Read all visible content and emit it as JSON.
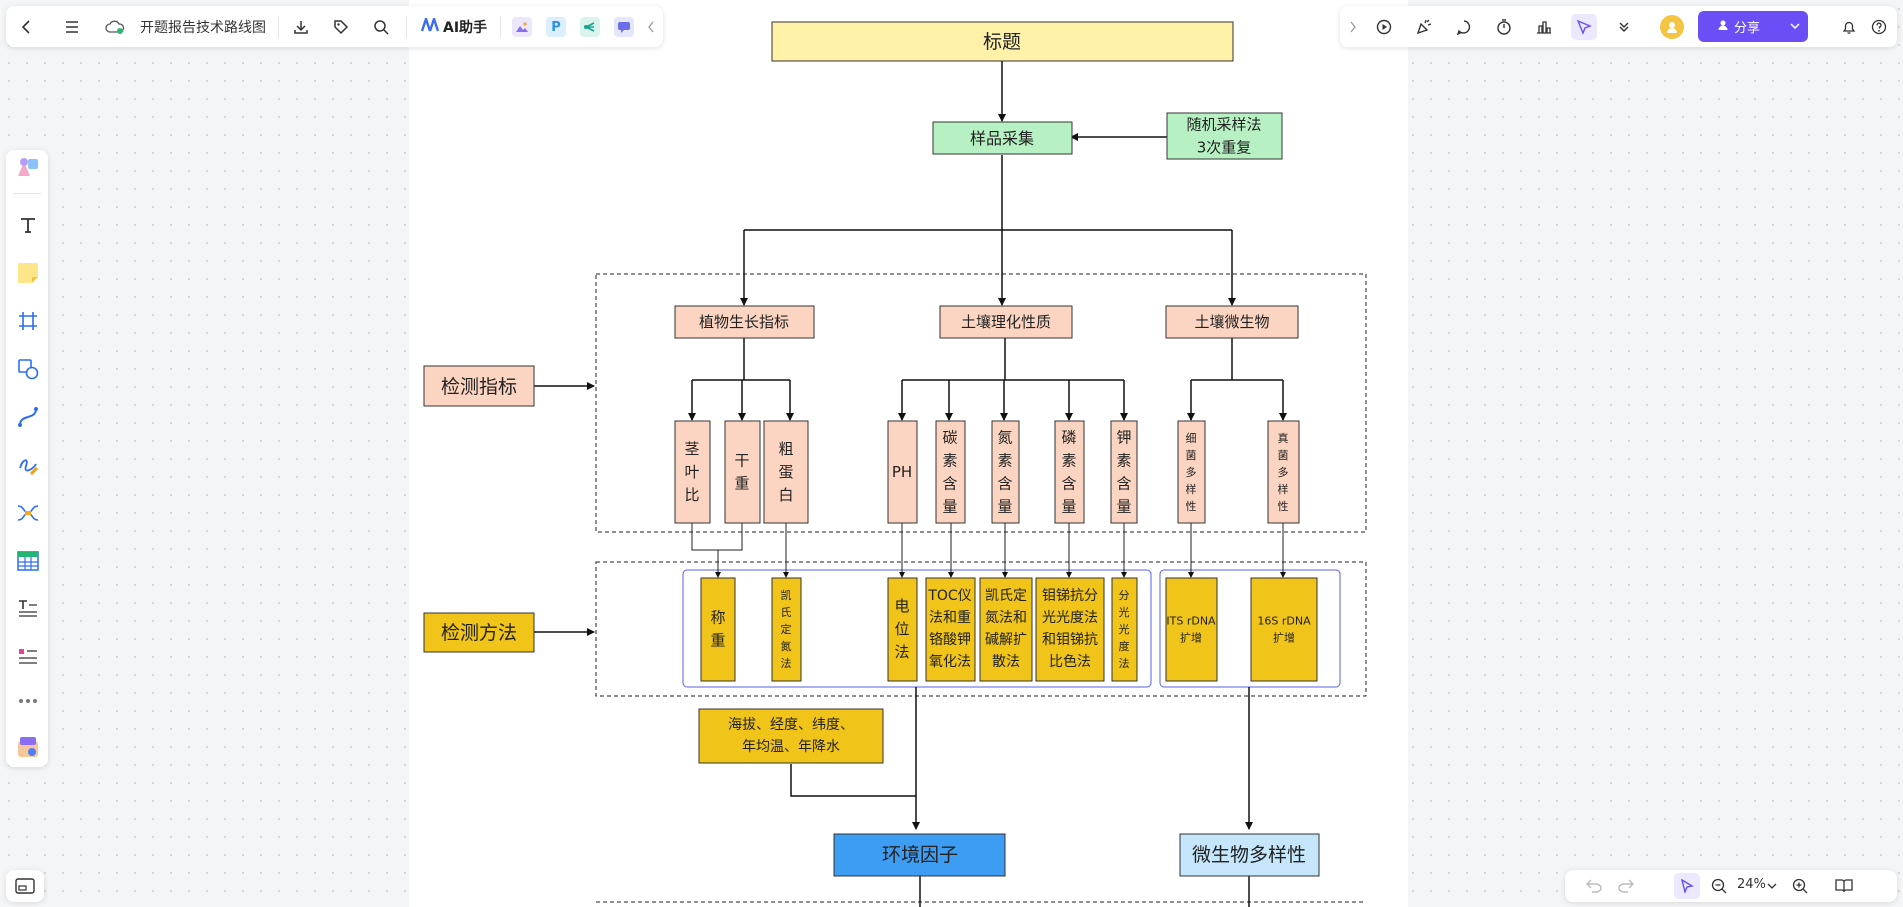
{
  "app": {
    "doc_title": "开题报告技术路线图",
    "ai_label": "AI助手",
    "share_label": "分享",
    "zoom_label": "24%"
  },
  "diagram": {
    "title": "标题",
    "sampling": "样品采集",
    "sampling_method": [
      "随机采样法",
      "3次重复"
    ],
    "label_indicators": "检测指标",
    "label_methods": "检测方法",
    "cat_plant": "植物生长指标",
    "cat_soil_chem": "土壤理化性质",
    "cat_soil_micro": "土壤微生物",
    "ind_rootshoot": [
      "茎",
      "叶",
      "比"
    ],
    "ind_dryweight": [
      "干",
      "重"
    ],
    "ind_protein": [
      "粗",
      "蛋",
      "白"
    ],
    "ind_ph": "PH",
    "ind_carbon": [
      "碳",
      "素",
      "含",
      "量"
    ],
    "ind_nitrogen": [
      "氮",
      "素",
      "含",
      "量"
    ],
    "ind_phosphorus": [
      "磷",
      "素",
      "含",
      "量"
    ],
    "ind_potassium": [
      "钾",
      "素",
      "含",
      "量"
    ],
    "ind_bacteria": [
      "细",
      "菌",
      "多",
      "样",
      "性"
    ],
    "ind_fungi": [
      "真",
      "菌",
      "多",
      "样",
      "性"
    ],
    "m_weigh": [
      "称",
      "重"
    ],
    "m_kjeldahl": [
      "凯",
      "氏",
      "定",
      "氮",
      "法"
    ],
    "m_potentiometric": [
      "电",
      "位",
      "法"
    ],
    "m_toc": [
      "TOC仪",
      "法和重",
      "铬酸钾",
      "氧化法"
    ],
    "m_kjeldahl_alkali": [
      "凯氏定",
      "氮法和",
      "碱解扩",
      "散法"
    ],
    "m_molybdenum": [
      "钼锑抗分",
      "光光度法",
      "和钼锑抗",
      "比色法"
    ],
    "m_spectro": [
      "分",
      "光",
      "光",
      "度",
      "法"
    ],
    "m_its": [
      "ITS rDNA",
      "扩增"
    ],
    "m_16s": [
      "16S rDNA",
      "扩增"
    ],
    "env_vars": [
      "海拔、经度、纬度、",
      "年均温、年降水"
    ],
    "env_factor": "环境因子",
    "micro_diversity": "微生物多样性"
  },
  "colors": {
    "title_fill": "#fff2a8",
    "green_fill": "#b7f0c3",
    "salmon_fill": "#fcd5c2",
    "gold_fill": "#f0c419",
    "blue_fill": "#3d9df2",
    "lightblue_fill": "#c5e6fb",
    "accent": "#6b4ef6"
  },
  "icons": {
    "left_toolbar": [
      "back-icon",
      "menu-icon",
      "cloud-saved-icon",
      "download-icon",
      "tag-icon",
      "search-icon",
      "ai-logo-icon",
      "image-plugin-icon",
      "p-plugin-icon",
      "mindmap-plugin-icon",
      "chat-plugin-icon",
      "collapse-icon"
    ],
    "right_toolbar": [
      "expand-icon",
      "play-icon",
      "celebrate-icon",
      "comment-icon",
      "timer-icon",
      "vote-icon",
      "laser-pointer-icon",
      "more-icon",
      "avatar",
      "bell-icon",
      "help-icon"
    ],
    "sidebar": [
      "template-icon",
      "text-icon",
      "sticky-note-icon",
      "frame-icon",
      "shape-icon",
      "connector-icon",
      "pen-icon",
      "mindmap-icon",
      "table-icon",
      "text-card-icon",
      "list-card-icon",
      "more-icon",
      "plugin-icon"
    ],
    "bottom": [
      "minimap-icon",
      "undo-icon",
      "redo-icon",
      "select-icon",
      "zoom-out-icon",
      "zoom-in-icon",
      "book-icon"
    ]
  }
}
